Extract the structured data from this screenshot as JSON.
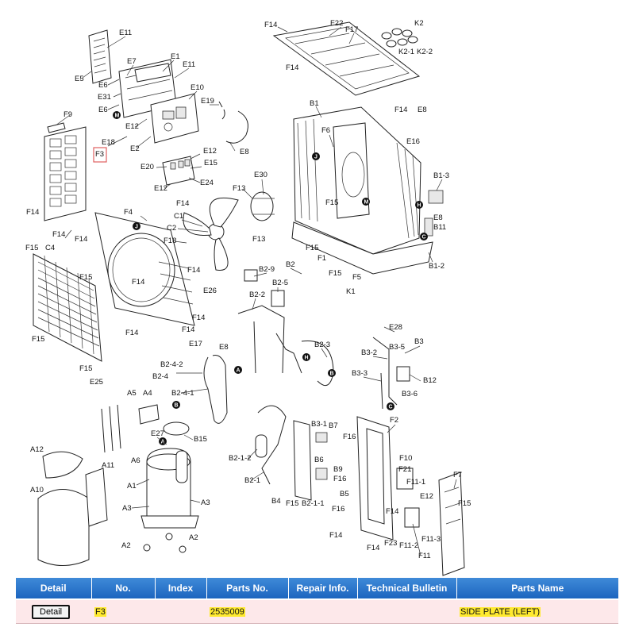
{
  "diagram": {
    "callouts": {
      "e11a": "E11",
      "e5": "E5",
      "e7": "E7",
      "e6a": "E6",
      "e31": "E31",
      "e6b": "E6",
      "e1": "E1",
      "e11b": "E11",
      "e10": "E10",
      "e19": "E19",
      "e12a": "E12",
      "e2": "E2",
      "e18": "E18",
      "e8a": "E8",
      "e12b": "E12",
      "e15": "E15",
      "e20": "E20",
      "e24": "E24",
      "e12c": "E12",
      "f14a": "F14",
      "e30": "E30",
      "f13a": "F13",
      "f13b": "F13",
      "f9": "F9",
      "f3": "F3",
      "f14b": "F14",
      "f14c": "F14",
      "f14d": "F14",
      "f4": "F4",
      "c2": "C2",
      "c1": "C1",
      "f18": "F18",
      "f15a": "F15",
      "c4": "C4",
      "f15b": "F15",
      "f14e": "F14",
      "f15c": "F15",
      "f15d": "F15",
      "f14f": "F14",
      "f14g": "F14",
      "f14h": "F14",
      "f14i": "F14",
      "f22": "F22",
      "f17": "F17",
      "f14j": "F14",
      "f14k": "F14",
      "k2": "K2",
      "k21": "K2-1",
      "k22": "K2-2",
      "e8b": "E8",
      "e16": "E16",
      "b1": "B1",
      "f6": "F6",
      "b13": "B1-3",
      "e8c": "E8",
      "b11": "B11",
      "f15e": "F15",
      "f1": "F1",
      "f15f": "F15",
      "f5": "F5",
      "k1": "K1",
      "b12": "B1-2",
      "f15g": "F15",
      "b2": "B2",
      "b29": "B2-9",
      "b25": "B2-5",
      "e26": "E26",
      "b22": "B2-2",
      "e17": "E17",
      "e8d": "E8",
      "b242": "B2-4-2",
      "b24": "B2-4",
      "b241": "B2-4-1",
      "e28": "E28",
      "b3": "B3",
      "b32": "B3-2",
      "b35": "B3-5",
      "b23": "B2-3",
      "b33": "B3-3",
      "b312": "B12",
      "b36": "B3-6",
      "e25": "E25",
      "a5": "A5",
      "a4": "A4",
      "e27": "E27",
      "b15": "B15",
      "a6": "A6",
      "a12": "A12",
      "a11": "A11",
      "a10": "A10",
      "a1": "A1",
      "a3a": "A3",
      "a3b": "A3",
      "a2a": "A2",
      "a2b": "A2",
      "b212": "B2-1-2",
      "b21": "B2-1",
      "b31": "B3-1",
      "b7": "B7",
      "b6": "B6",
      "b9": "B9",
      "f16a": "F16",
      "f16b": "F16",
      "b5": "B5",
      "b4": "B4",
      "f15h": "F15",
      "b211": "B2-1-1",
      "f16c": "F16",
      "f2": "F2",
      "f10": "F10",
      "f21": "F21",
      "f111": "F11-1",
      "e12d": "E12",
      "f14l": "F14",
      "f14m": "F14",
      "f23": "F23",
      "f112": "F11-2",
      "f113": "F11-3",
      "f11": "F11",
      "f7": "F7",
      "f15i": "F15",
      "f14n": "F14"
    },
    "markers": {
      "m": "M",
      "j": "J",
      "h": "H",
      "c": "C",
      "a": "A",
      "b": "B"
    }
  },
  "table": {
    "headers": {
      "detail": "Detail",
      "no": "No.",
      "index": "Index",
      "parts_no": "Parts No.",
      "repair_info": "Repair Info.",
      "technical_bulletin": "Technical Bulletin",
      "parts_name": "Parts Name"
    },
    "rows": [
      {
        "detail_label": "Detail",
        "no": "F3",
        "index": "",
        "parts_no": "2535009",
        "repair_info": "",
        "technical_bulletin": "",
        "parts_name": "SIDE PLATE (LEFT)"
      }
    ]
  }
}
